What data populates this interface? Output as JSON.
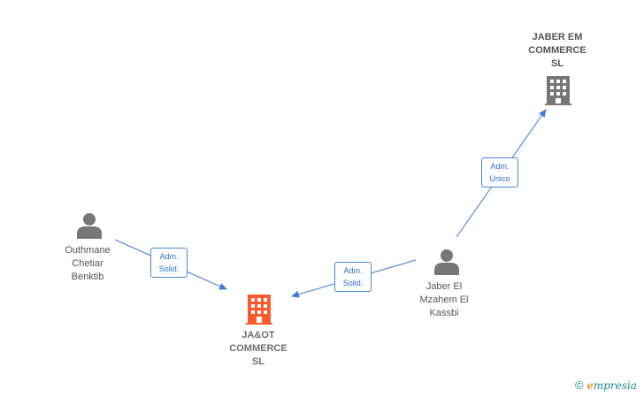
{
  "nodes": {
    "jaber_em": {
      "name": [
        "JABER EM",
        "COMMERCE",
        "SL"
      ]
    },
    "jaot": {
      "name": [
        "JA&OT",
        "COMMERCE",
        "SL"
      ]
    },
    "outhmane": {
      "name": [
        "Outhmane",
        "Chetiar",
        "Benktib"
      ]
    },
    "jaber_el": {
      "name": [
        "Jaber El",
        "Mzahem El",
        "Kassbi"
      ]
    }
  },
  "edges": {
    "jaber_el_to_jaber_em": [
      "Adm.",
      "Unico"
    ],
    "outhmane_to_jaot": [
      "Adm.",
      "Solid."
    ],
    "jaber_el_to_jaot": [
      "Adm.",
      "Solid."
    ]
  },
  "colors": {
    "edge": "#3b7dd8",
    "company_main": "#ff5a2d",
    "company": "#777777",
    "person": "#777777"
  },
  "icons": {
    "company": "building-icon",
    "person": "person-icon"
  },
  "footer": {
    "copyright": "©",
    "brand_first": "e",
    "brand_rest": "mpresia"
  }
}
